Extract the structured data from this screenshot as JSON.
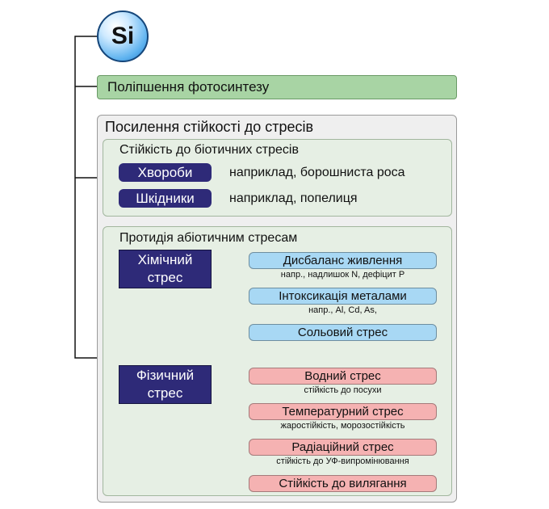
{
  "element_symbol": "Si",
  "photosynthesis": "Поліпшення фотосинтезу",
  "stress_resistance": {
    "title": "Посилення стійкості до стресів",
    "biotic": {
      "title": "Стійкість до біотичних стресів",
      "items": [
        {
          "label": "Хвороби",
          "example": "наприклад, борошниста роса"
        },
        {
          "label": "Шкідники",
          "example": "наприклад, попелиця"
        }
      ]
    },
    "abiotic": {
      "title": "Протидія абіотичним стресам",
      "chemical": {
        "label_line1": "Хімічний",
        "label_line2": "стрес",
        "items": [
          {
            "label": "Дисбаланс живлення",
            "note": "напр., надлишок N, дефіцит P"
          },
          {
            "label": "Інтоксикація металами",
            "note": "напр., Al, Cd, As,"
          },
          {
            "label": "Сольовий стрес",
            "note": ""
          }
        ]
      },
      "physical": {
        "label_line1": "Фізичний",
        "label_line2": "стрес",
        "items": [
          {
            "label": "Водний стрес",
            "note": "стійкість до посухи"
          },
          {
            "label": "Температурний стрес",
            "note": "жаростійкість, морозостійкість"
          },
          {
            "label": "Радіаційний стрес",
            "note": "стійкість до УФ-випромінювання"
          },
          {
            "label": "Стійкість до вилягання",
            "note": ""
          }
        ]
      }
    }
  },
  "colors": {
    "navy": "#2e2a78",
    "green": "#a8d4a4",
    "blue": "#a8d8f4",
    "pink": "#f5b2b2"
  }
}
